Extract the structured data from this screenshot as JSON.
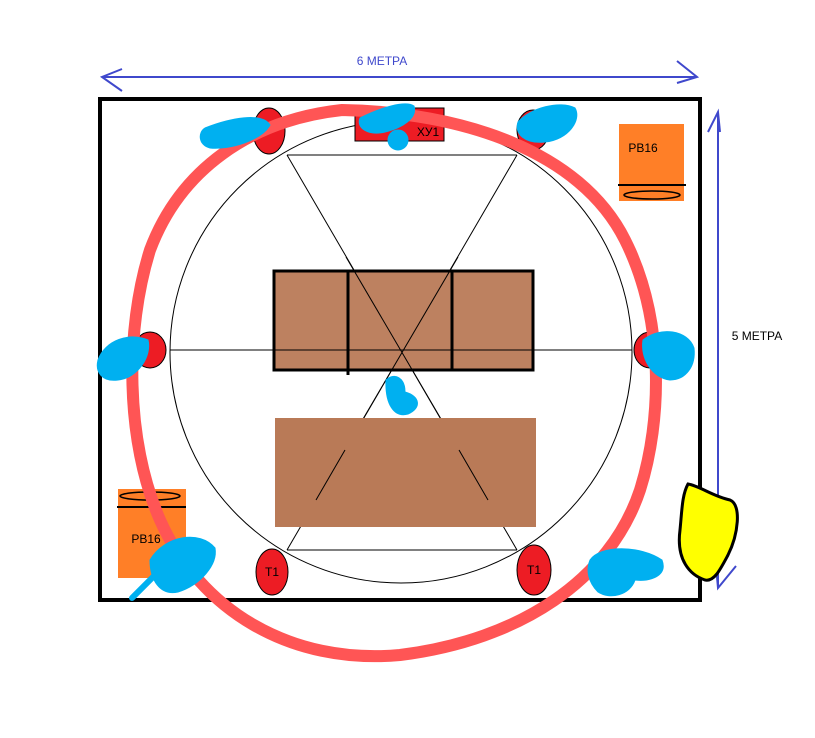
{
  "dimensions": {
    "width_label": "6 МЕТРА",
    "height_label": "5 МЕТРА"
  },
  "objects": {
    "pb16_top_right": "PB16",
    "pb16_bottom_left": "PB16",
    "t1_left": "T1",
    "t1_right": "T1",
    "entrance_label": "ХУ1"
  },
  "colors": {
    "arrow": "#3f48cc",
    "red_ring": "#ff5555",
    "blue_marks": "#00b0f0",
    "table": "#b97a57",
    "speaker": "#ff7f27",
    "red": "#ed1c24",
    "yellow": "#ffff00"
  }
}
